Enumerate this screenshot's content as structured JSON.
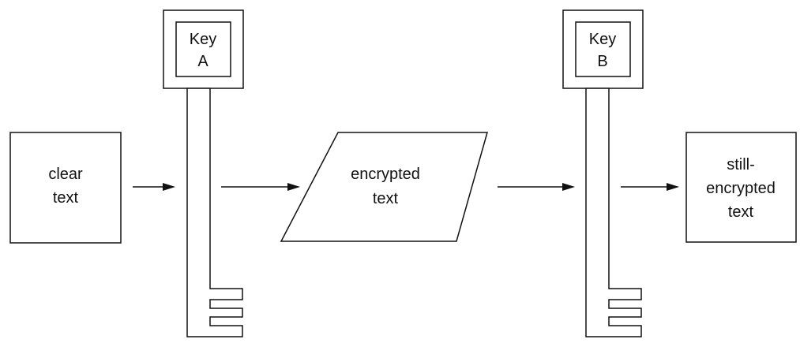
{
  "clear_text_box": {
    "line1": "clear",
    "line2": "text"
  },
  "key_a": {
    "line1": "Key",
    "line2": "A"
  },
  "encrypted_box": {
    "line1": "encrypted",
    "line2": "text"
  },
  "key_b": {
    "line1": "Key",
    "line2": "B"
  },
  "still_encrypted_box": {
    "line1": "still-",
    "line2": "encrypted",
    "line3": "text"
  },
  "colors": {
    "ink": "#111111",
    "background": "#ffffff"
  }
}
